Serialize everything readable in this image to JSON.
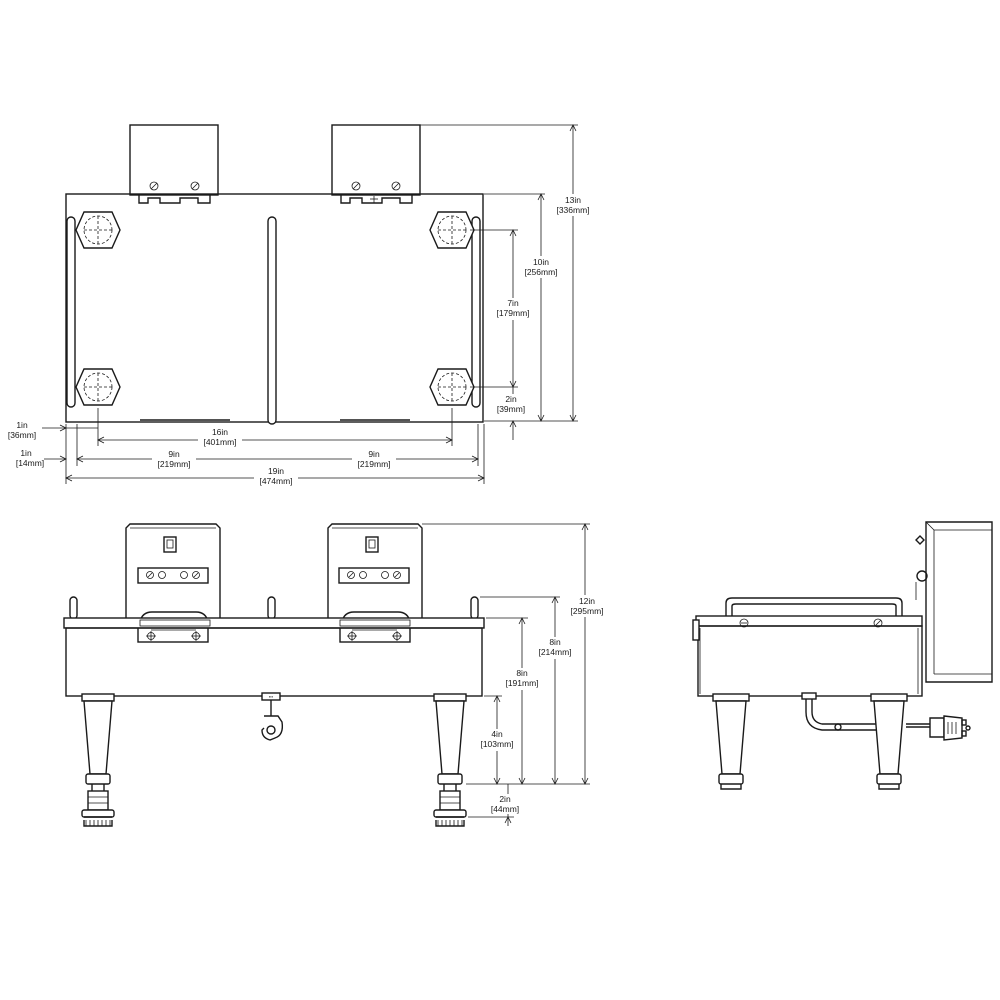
{
  "top_view": {
    "dims": {
      "overall_height": {
        "imperial": "13in",
        "metric": "[336mm]"
      },
      "body_height": {
        "imperial": "10in",
        "metric": "[256mm]"
      },
      "foot_spacing_v": {
        "imperial": "7in",
        "metric": "[179mm]"
      },
      "foot_offset_bottom": {
        "imperial": "2in",
        "metric": "[39mm]"
      },
      "foot_offset_left": {
        "imperial": "1in",
        "metric": "[36mm]"
      },
      "rail_offset_left": {
        "imperial": "1in",
        "metric": "[14mm]"
      },
      "foot_spacing_h": {
        "imperial": "16in",
        "metric": "[401mm]"
      },
      "left_half": {
        "imperial": "9in",
        "metric": "[219mm]"
      },
      "right_half": {
        "imperial": "9in",
        "metric": "[219mm]"
      },
      "overall_width": {
        "imperial": "19in",
        "metric": "[474mm]"
      }
    }
  },
  "front_view": {
    "dims": {
      "overall_height": {
        "imperial": "12in",
        "metric": "[295mm]"
      },
      "handle_height": {
        "imperial": "8in",
        "metric": "[214mm]"
      },
      "top_height": {
        "imperial": "8in",
        "metric": "[191mm]"
      },
      "leg_height": {
        "imperial": "4in",
        "metric": "[103mm]"
      },
      "adjust_height": {
        "imperial": "2in",
        "metric": "[44mm]"
      }
    }
  }
}
